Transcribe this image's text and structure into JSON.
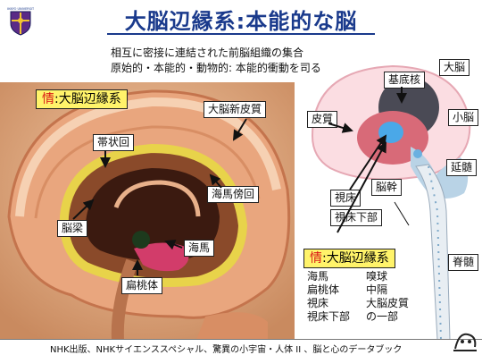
{
  "header": {
    "title": "大脳辺縁系:本能的な脳",
    "logo_text": "RIKKYO UNIVERSITY"
  },
  "subtitle": {
    "line1": "相互に密接に連結された前脳組織の集合",
    "line2": "原始的・本能的・動物的: 本能的衝動を司る"
  },
  "left_panel": {
    "category_prefix": "情",
    "category_suffix": ":大脳辺縁系",
    "labels": {
      "neocortex": "大脳新皮質",
      "cingulate": "帯状回",
      "corpus_callosum": "脳梁",
      "parahippocampal": "海馬傍回",
      "hippocampus": "海馬",
      "amygdala": "扁桃体"
    }
  },
  "right_panel": {
    "labels": {
      "cerebrum": "大脳",
      "basal_ganglia": "基底核",
      "cortex": "皮質",
      "cerebellum": "小脳",
      "thalamus": "視床",
      "brainstem": "脳幹",
      "medulla": "延髄",
      "hypothalamus": "視床下部",
      "spinal_cord": "脊髄"
    },
    "category_prefix": "情",
    "category_suffix": ":大脳辺縁系",
    "components": [
      {
        "left": "海馬",
        "right": "嗅球"
      },
      {
        "left": "扁桃体",
        "right": "中隔"
      },
      {
        "left": "視床",
        "right": "大脳皮質"
      },
      {
        "left": "視床下部",
        "right": "の一部"
      }
    ]
  },
  "footer": {
    "citation": "NHK出版、NHKサイエンススペシャル、驚異の小宇宙・人体 II 、脳と心のデータブック"
  }
}
